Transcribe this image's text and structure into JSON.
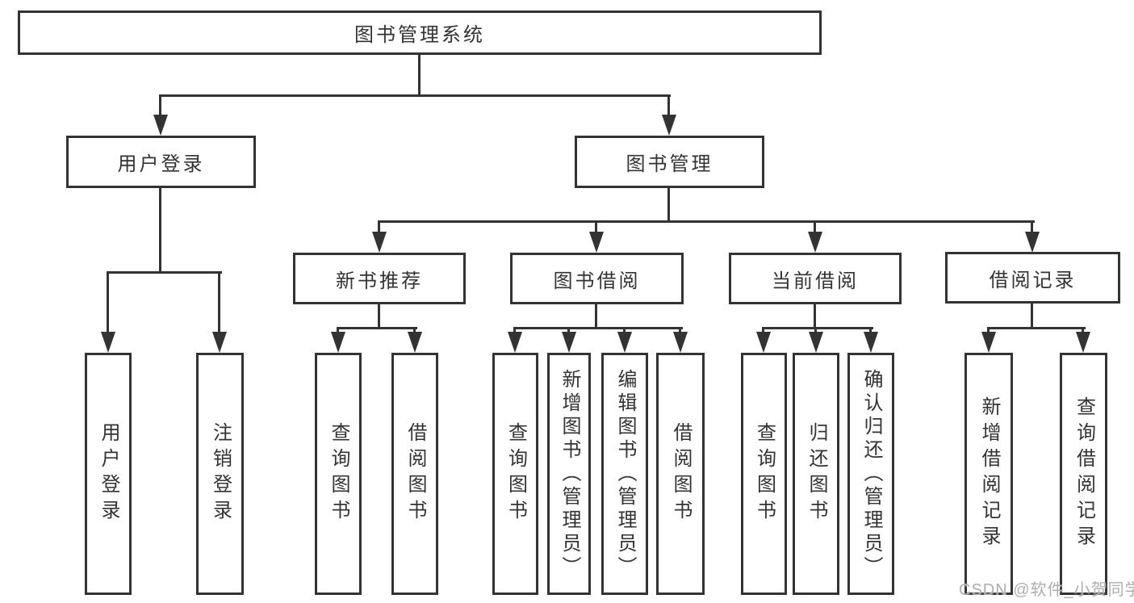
{
  "nodes": {
    "root": "图书管理系统",
    "user_login_group": "用户登录",
    "book_mgmt": "图书管理",
    "new_book_rec": "新书推荐",
    "book_borrow": "图书借阅",
    "current_borrow": "当前借阅",
    "borrow_records": "借阅记录",
    "leaf_user_login": "用户登录",
    "leaf_logout": "注销登录",
    "leaf_query_books_1": "查询图书",
    "leaf_borrow_books_1": "借阅图书",
    "leaf_query_books_2": "查询图书",
    "leaf_add_books_admin": "新增图书（管理员）",
    "leaf_edit_books_admin": "编辑图书（管理员）",
    "leaf_borrow_books_2": "借阅图书",
    "leaf_query_books_3": "查询图书",
    "leaf_return_books": "归还图书",
    "leaf_confirm_return_admin": "确认归还（管理员）",
    "leaf_add_borrow_record": "新增借阅记录",
    "leaf_query_borrow_record": "查询借阅记录"
  },
  "hierarchy": {
    "图书管理系统": [
      "用户登录",
      "图书管理"
    ],
    "用户登录": [
      "用户登录",
      "注销登录"
    ],
    "图书管理": [
      "新书推荐",
      "图书借阅",
      "当前借阅",
      "借阅记录"
    ],
    "新书推荐": [
      "查询图书",
      "借阅图书"
    ],
    "图书借阅": [
      "查询图书",
      "新增图书（管理员）",
      "编辑图书（管理员）",
      "借阅图书"
    ],
    "当前借阅": [
      "查询图书",
      "归还图书",
      "确认归还（管理员）"
    ],
    "借阅记录": [
      "新增借阅记录",
      "查询借阅记录"
    ]
  },
  "colors": {
    "line": "#333333",
    "text": "#333333",
    "background": "#ffffff",
    "watermark": "#aeaeae"
  },
  "watermark": "CSDN @软件_小贺同学"
}
